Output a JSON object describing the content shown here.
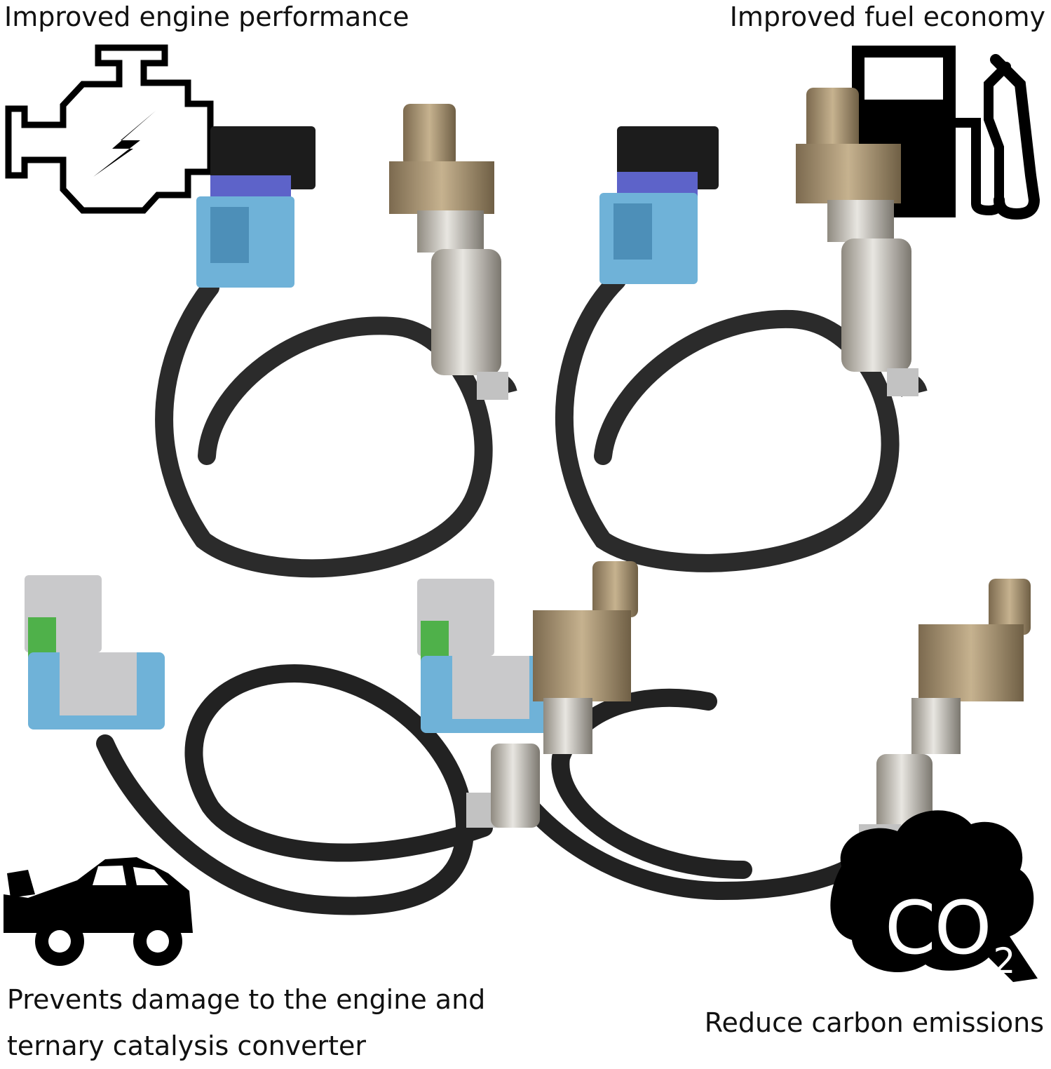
{
  "captions": {
    "engine": "Improved engine performance",
    "fuel": "Improved fuel economy",
    "damage": "Prevents damage to the engine and ternary catalysis converter",
    "carbon": "Reduce carbon emissions"
  },
  "co2": {
    "main": "CO",
    "sub": "2"
  },
  "icons": {
    "engine": "engine-check-icon",
    "fuel": "fuel-pump-icon",
    "car": "car-hood-open-icon",
    "co2": "co2-cloud-icon"
  },
  "colors": {
    "cable": "#2b2b2b",
    "connector_top": "#5d63c9",
    "connector_blue": "#6fb2d8",
    "connector_gray": "#c9c9cb",
    "seal_green": "#4fb14a",
    "sensor_metal": "#b8b3a6"
  }
}
